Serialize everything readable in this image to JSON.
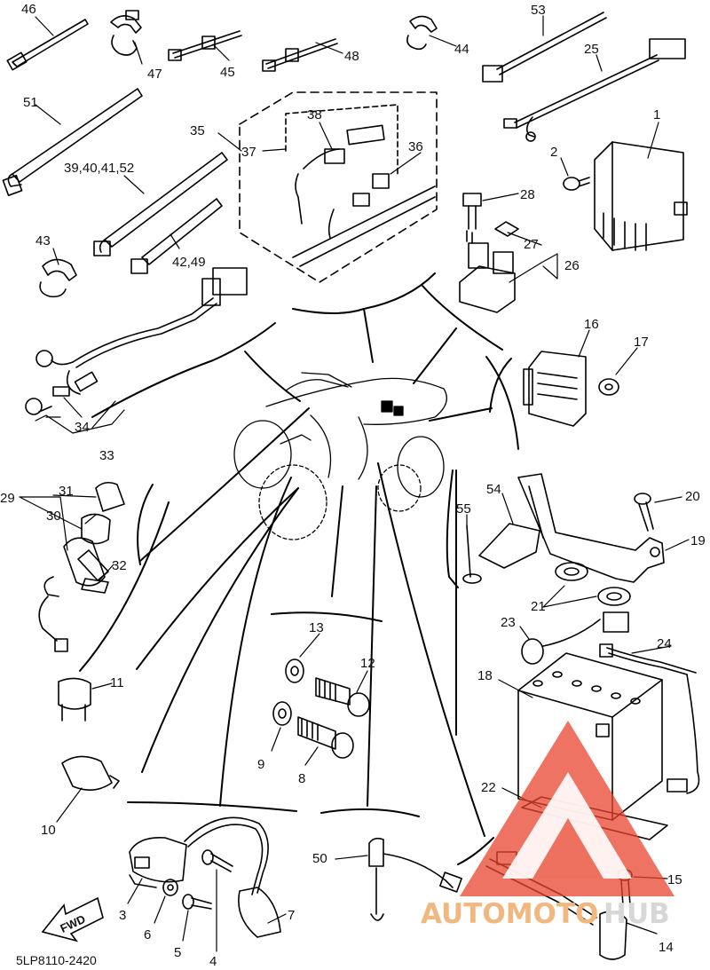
{
  "diagram": {
    "part_code": "5LP8110-2420",
    "direction_label": "FWD",
    "watermark": {
      "word_left": "AUTOMOTO",
      "word_right": "HUB",
      "color_left": "#f2b77e",
      "color_right": "#d7d7d7",
      "logo_color": "#e8442e"
    },
    "callouts": [
      {
        "key": "46",
        "text": "46"
      },
      {
        "key": "47",
        "text": "47"
      },
      {
        "key": "45",
        "text": "45"
      },
      {
        "key": "48",
        "text": "48"
      },
      {
        "key": "44",
        "text": "44"
      },
      {
        "key": "53",
        "text": "53"
      },
      {
        "key": "25",
        "text": "25"
      },
      {
        "key": "51",
        "text": "51"
      },
      {
        "key": "35",
        "text": "35"
      },
      {
        "key": "38",
        "text": "38"
      },
      {
        "key": "37",
        "text": "37"
      },
      {
        "key": "36",
        "text": "36"
      },
      {
        "key": "1",
        "text": "1"
      },
      {
        "key": "2",
        "text": "2"
      },
      {
        "key": "39_40_41_52",
        "text": "39,40,41,52"
      },
      {
        "key": "28",
        "text": "28"
      },
      {
        "key": "27",
        "text": "27"
      },
      {
        "key": "26",
        "text": "26"
      },
      {
        "key": "43",
        "text": "43"
      },
      {
        "key": "42_49",
        "text": "42,49"
      },
      {
        "key": "16",
        "text": "16"
      },
      {
        "key": "17",
        "text": "17"
      },
      {
        "key": "34",
        "text": "34"
      },
      {
        "key": "33",
        "text": "33"
      },
      {
        "key": "29",
        "text": "29"
      },
      {
        "key": "31",
        "text": "31"
      },
      {
        "key": "30",
        "text": "30"
      },
      {
        "key": "32",
        "text": "32"
      },
      {
        "key": "54",
        "text": "54"
      },
      {
        "key": "55",
        "text": "55"
      },
      {
        "key": "20",
        "text": "20"
      },
      {
        "key": "19",
        "text": "19"
      },
      {
        "key": "21",
        "text": "21"
      },
      {
        "key": "13",
        "text": "13"
      },
      {
        "key": "12",
        "text": "12"
      },
      {
        "key": "9",
        "text": "9"
      },
      {
        "key": "8",
        "text": "8"
      },
      {
        "key": "11",
        "text": "11"
      },
      {
        "key": "10",
        "text": "10"
      },
      {
        "key": "23",
        "text": "23"
      },
      {
        "key": "24",
        "text": "24"
      },
      {
        "key": "18",
        "text": "18"
      },
      {
        "key": "22",
        "text": "22"
      },
      {
        "key": "50",
        "text": "50"
      },
      {
        "key": "15",
        "text": "15"
      },
      {
        "key": "14",
        "text": "14"
      },
      {
        "key": "3",
        "text": "3"
      },
      {
        "key": "6",
        "text": "6"
      },
      {
        "key": "5",
        "text": "5"
      },
      {
        "key": "4",
        "text": "4"
      },
      {
        "key": "7",
        "text": "7"
      }
    ]
  }
}
